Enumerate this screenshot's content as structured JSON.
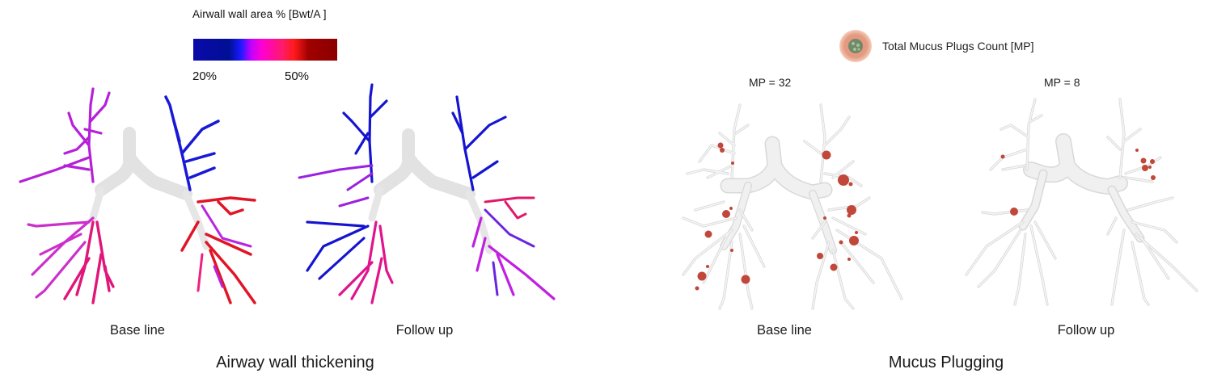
{
  "panels": [
    {
      "title": "Airway wall thickening",
      "legend": {
        "title": "Airwall wall area % [Bwt/A ]",
        "colorbar_stops": [
          "#0a0aa8",
          "#000f96",
          "#1a1aff",
          "#c000ff",
          "#ff00d0",
          "#ff1a6a",
          "#ff1a1a",
          "#a00000",
          "#8b0000"
        ],
        "ticks": [
          {
            "label": "20%",
            "position": 0.14
          },
          {
            "label": "50%",
            "position": 0.79
          }
        ]
      },
      "images": [
        {
          "caption": "Base line",
          "icon": "airway-tree-colored-baseline"
        },
        {
          "caption": "Follow up",
          "icon": "airway-tree-colored-followup"
        }
      ]
    },
    {
      "title": "Mucus Plugging",
      "legend": {
        "title": "Total Mucus Plugs Count [MP]",
        "icon": "mucus-plug-icon"
      },
      "images": [
        {
          "caption": "Base line",
          "mp_label": "MP = 32",
          "icon": "airway-tree-mucus-baseline"
        },
        {
          "caption": "Follow up",
          "mp_label": "MP = 8",
          "icon": "airway-tree-mucus-followup"
        }
      ]
    }
  ],
  "colors": {
    "airway_gray": "#e6e6e6",
    "mucus_plug": "#c0473a",
    "blue": "#1010d0",
    "magenta": "#cc22dd",
    "pink": "#ee1188",
    "red": "#e01020"
  }
}
